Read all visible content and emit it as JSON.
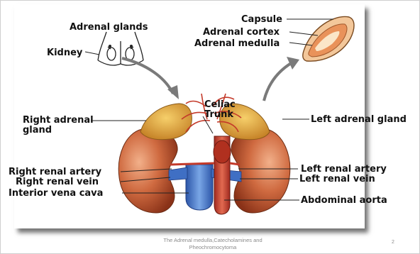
{
  "labels": {
    "adrenal_glands": "Adrenal glands",
    "kidney": "Kidney",
    "capsule": "Capsule",
    "adrenal_cortex": "Adrenal cortex",
    "adrenal_medulla": "Adrenal medulla",
    "celiac": "Celiac",
    "trunk": "Trunk",
    "right_adrenal_1": "Right adrenal",
    "right_adrenal_2": "gland",
    "left_adrenal_gland": "Left adrenal gland",
    "right_renal_artery": "Right renal artery",
    "right_renal_vein": "Right renal vein",
    "inferior_vena_cava": "Interior vena cava",
    "left_renal_artery": "Left renal artery",
    "left_renal_vein": "Left renal vein",
    "abdominal_aorta": "Abdominal aorta"
  },
  "footer": {
    "line1": "The Adrenal medulla,Catecholamines and",
    "line2": "Pheochromocytoma",
    "page_number": "2"
  },
  "colors": {
    "kidney": "#c8653a",
    "adrenal": "#d99a30",
    "artery": "#c43a2a",
    "vein": "#3f6fc4"
  }
}
